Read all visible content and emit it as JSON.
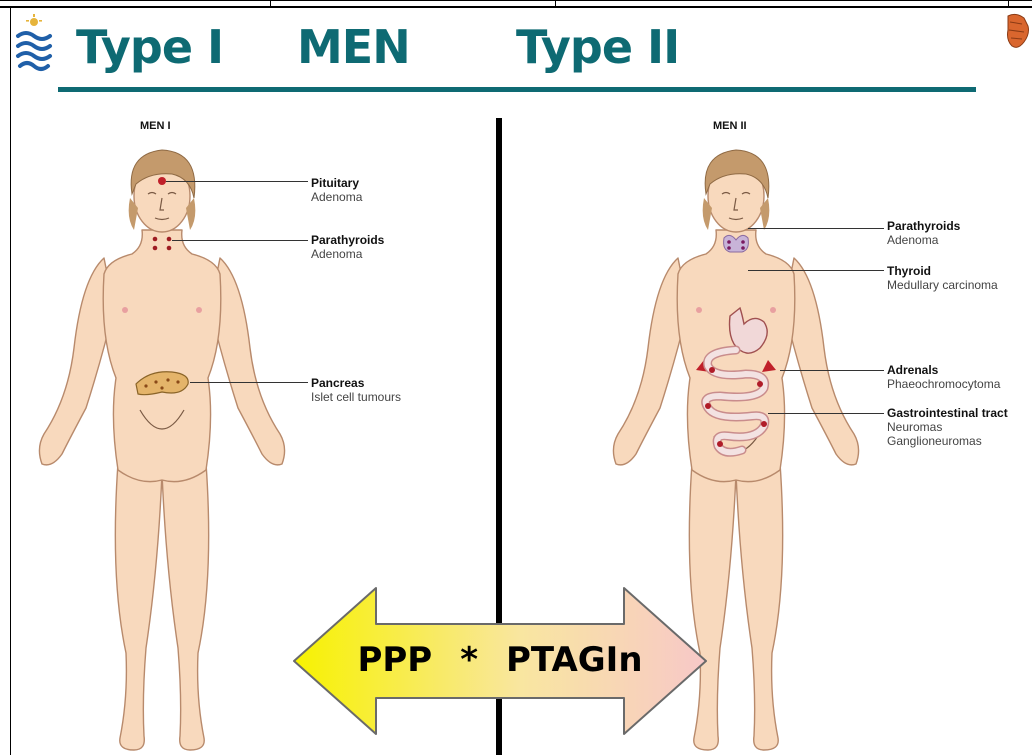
{
  "header": {
    "title_left": "Type I",
    "title_center": "MEN",
    "title_right": "Type II"
  },
  "colors": {
    "title": "#0e6a73",
    "rule": "#0e6a73",
    "skin": "#f8d9bd",
    "skin_outline": "#b88a6c",
    "hair": "#c49a6c",
    "arrow_left": "#f7f200",
    "arrow_right": "#f7c8c8"
  },
  "panels": [
    {
      "heading": "MEN I",
      "labels": [
        {
          "organ": "Pituitary",
          "disease": "Adenoma"
        },
        {
          "organ": "Parathyroids",
          "disease": "Adenoma"
        },
        {
          "organ": "Pancreas",
          "disease": "Islet cell tumours"
        }
      ]
    },
    {
      "heading": "MEN II",
      "labels": [
        {
          "organ": "Parathyroids",
          "disease": "Adenoma"
        },
        {
          "organ": "Thyroid",
          "disease": "Medullary carcinoma"
        },
        {
          "organ": "Adrenals",
          "disease": "Phaeochromocytoma"
        },
        {
          "organ": "Gastrointestinal tract",
          "disease": "Neuromas",
          "disease2": "Ganglioneuromas"
        }
      ]
    }
  ],
  "mnemonic": {
    "left": "PPP",
    "separator": "*",
    "right": "PTAGIn"
  },
  "icons": [
    "university-crest-icon",
    "lobster-icon",
    "double-headed-arrow"
  ]
}
